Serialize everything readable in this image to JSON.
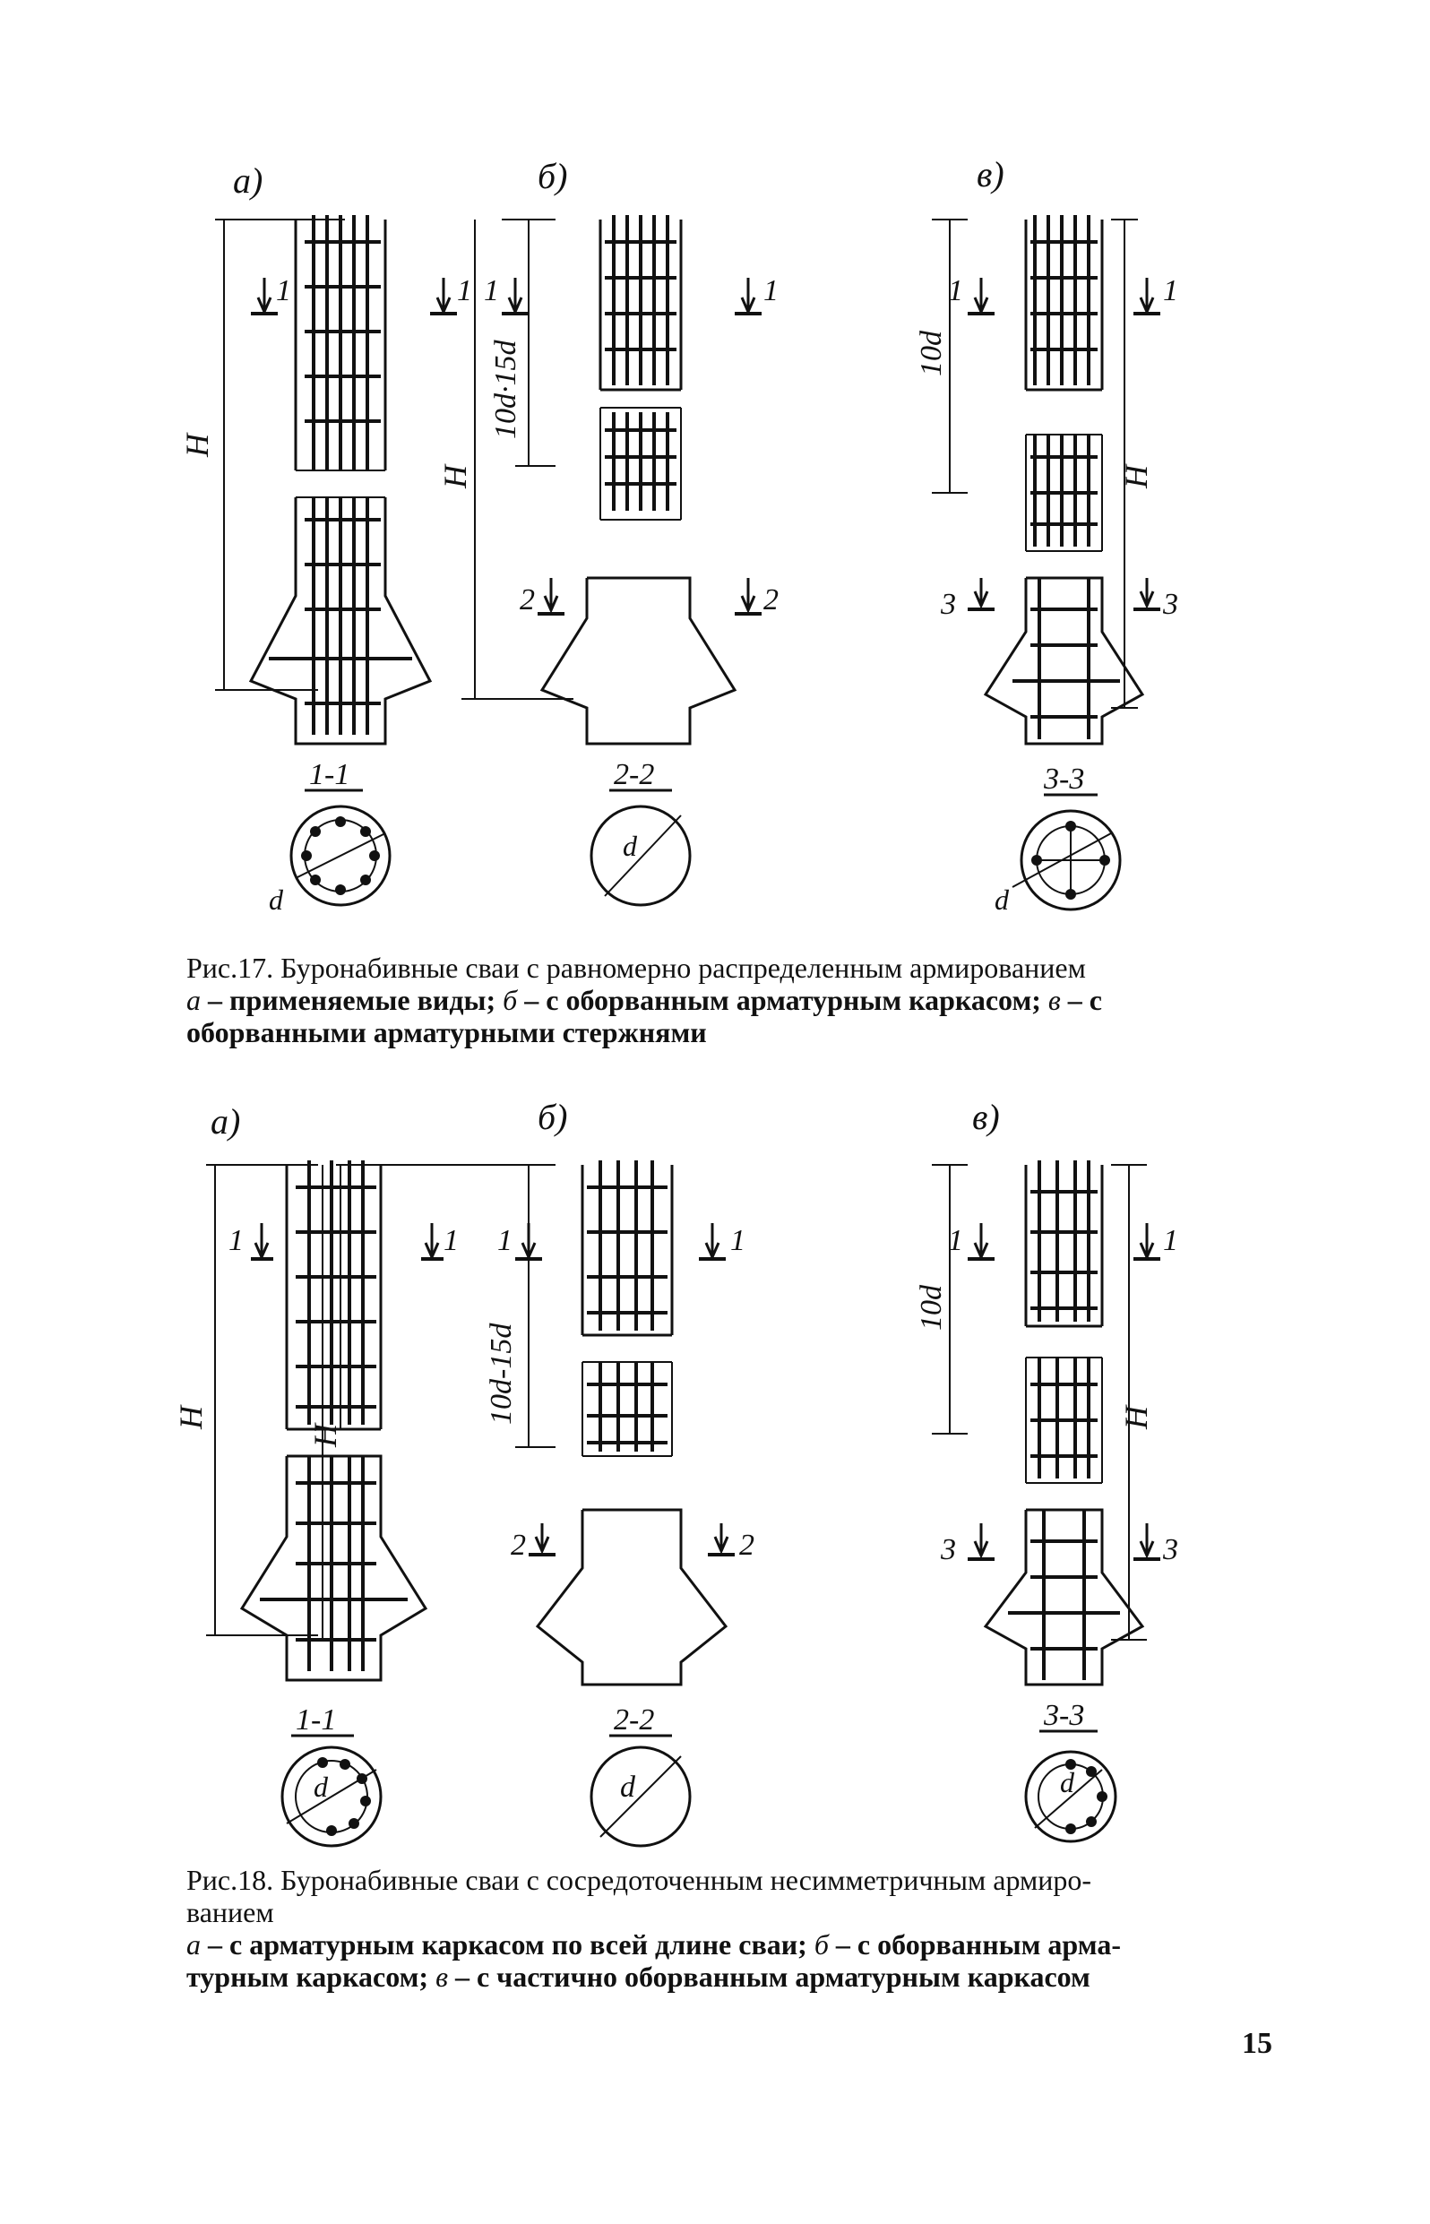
{
  "figure17": {
    "variant_a": "а)",
    "variant_b": "б)",
    "variant_c": "в)",
    "label_H": "H",
    "label_range": "10d·15d",
    "label_10d": "10d",
    "label_d": "d",
    "marks": {
      "m1": "1",
      "m2": "2",
      "m3": "3"
    },
    "sections": {
      "s1": "1-1",
      "s2": "2-2",
      "s3": "3-3"
    },
    "caption_lead": "Рис.17. Буронабивные сваи с равномерно распределенным армированием",
    "caption_a_letter": "а",
    "caption_a_text": " – применяемые виды; ",
    "caption_b_letter": "б",
    "caption_b_text": " – с оборванным арматурным каркасом; ",
    "caption_c_letter": "в",
    "caption_c_text": " – с",
    "caption_line3": "оборванными арматурными стержнями"
  },
  "figure18": {
    "variant_a": "а)",
    "variant_b": "б)",
    "variant_c": "в)",
    "label_H": "H",
    "label_range": "10d-15d",
    "label_10d": "10d",
    "label_d": "d",
    "marks": {
      "m1": "1",
      "m2": "2",
      "m3": "3"
    },
    "sections": {
      "s1": "1-1",
      "s2": "2-2",
      "s3": "3-3"
    },
    "caption_lead_1": "Рис.18. Буронабивные сваи с сосредоточенным несимметричным армиро-",
    "caption_lead_2": "ванием",
    "caption_a_letter": "а",
    "caption_a_text": " – с арматурным каркасом по всей длине сваи; ",
    "caption_b_letter": "б",
    "caption_b_text": " – с оборванным арма-",
    "caption_line4_pre": "турным каркасом; ",
    "caption_c_letter": "в",
    "caption_c_text": " – с частично оборванным арматурным каркасом"
  },
  "page_number": "15"
}
